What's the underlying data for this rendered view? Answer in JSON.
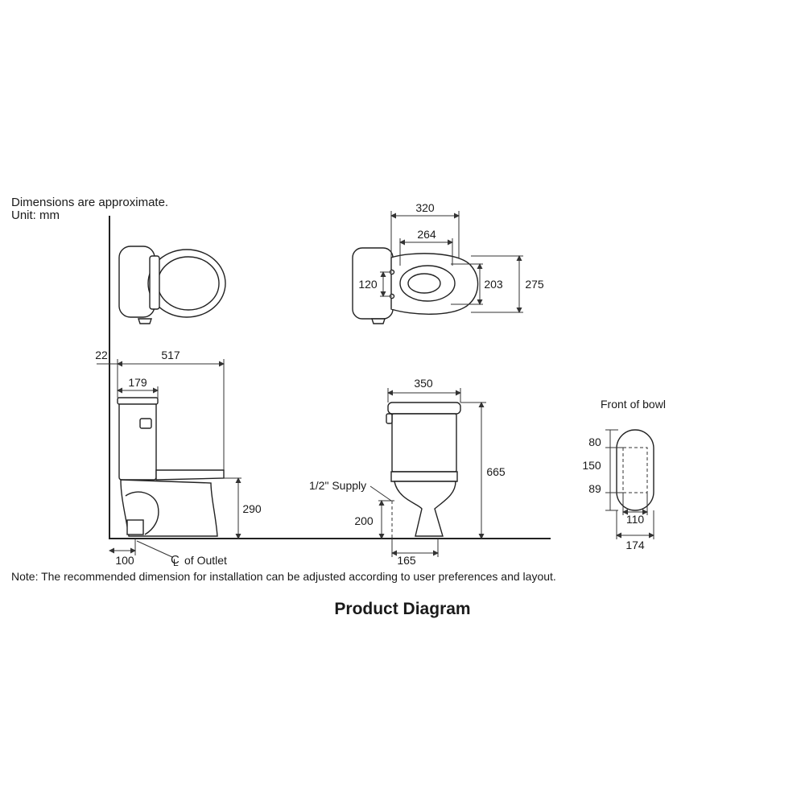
{
  "notes": {
    "approx": "Dimensions are approximate.",
    "unit": "Unit: mm",
    "install_note": "Note: The recommended dimension for installation can be adjusted according to user preferences and layout."
  },
  "title": "Product Diagram",
  "top_view": {
    "overall_width": "320",
    "seat_width": "264",
    "fixing_spacing": "120",
    "seat_depth": "203",
    "overall_depth": "275"
  },
  "side_view": {
    "wall_gap": "22",
    "overall_length": "517",
    "tank_depth": "179",
    "seat_height": "290",
    "outlet_offset": "100",
    "outlet_label": "of Outlet",
    "outlet_symbol": "CL-centerline-symbol"
  },
  "front_view": {
    "tank_width": "350",
    "overall_height": "665",
    "supply_label": "1/2\" Supply",
    "supply_height": "200",
    "base_width": "165"
  },
  "bowl_front": {
    "label": "Front of bowl",
    "top_dim": "80",
    "middle_dim": "150",
    "bottom_dim": "89",
    "inner_width": "110",
    "outer_width": "174"
  }
}
